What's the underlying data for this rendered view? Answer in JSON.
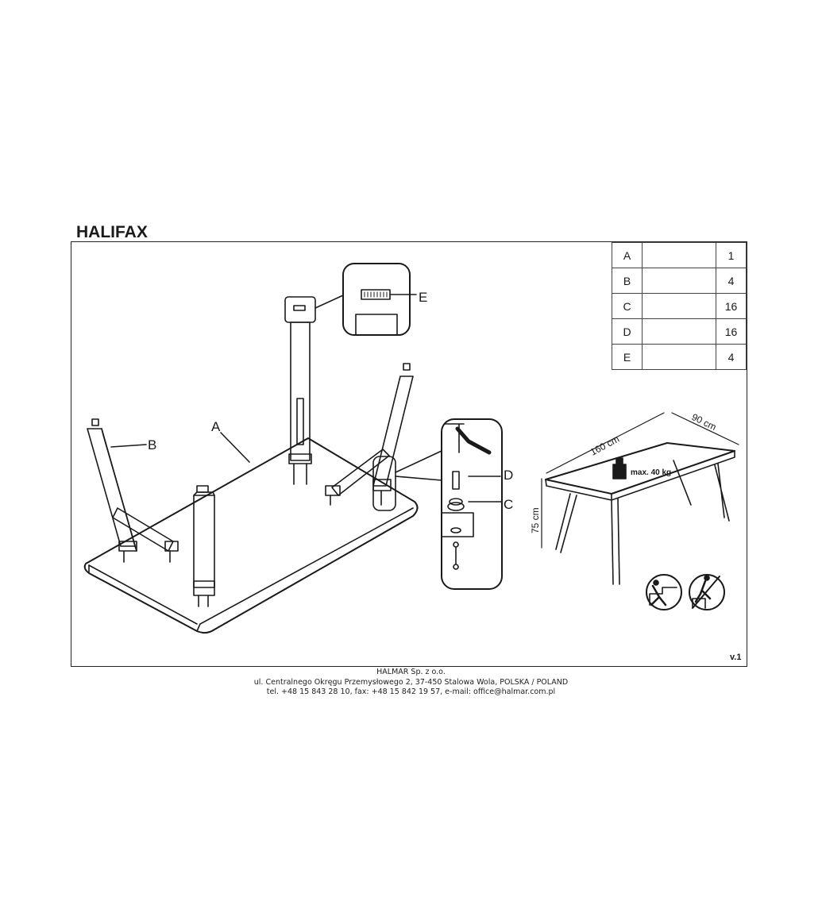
{
  "title": "HALIFAX",
  "parts": [
    {
      "label": "A",
      "qty": "1",
      "icon": "tabletop-icon"
    },
    {
      "label": "B",
      "qty": "4",
      "icon": "leg-icon"
    },
    {
      "label": "C",
      "qty": "16",
      "icon": "washer-icon"
    },
    {
      "label": "D",
      "qty": "16",
      "icon": "bolt-icon"
    },
    {
      "label": "E",
      "qty": "4",
      "icon": "felt-pad-icon"
    }
  ],
  "callouts": {
    "a": "A",
    "b": "B",
    "c": "C",
    "d": "D",
    "e": "E"
  },
  "dimensions": {
    "length": "160 cm",
    "width": "90 cm",
    "height": "75 cm"
  },
  "max_load": "max. 40 kg",
  "version": "v.1",
  "footer": {
    "company": "HALMAR Sp. z o.o.",
    "address": "ul. Centralnego Okręgu Przemysłowego 2, 37-450 Stalowa Wola, POLSKA / POLAND",
    "contact": "tel. +48 15 843 28 10, fax: +48 15 842 19 57, e-mail: office@halmar.com.pl"
  }
}
